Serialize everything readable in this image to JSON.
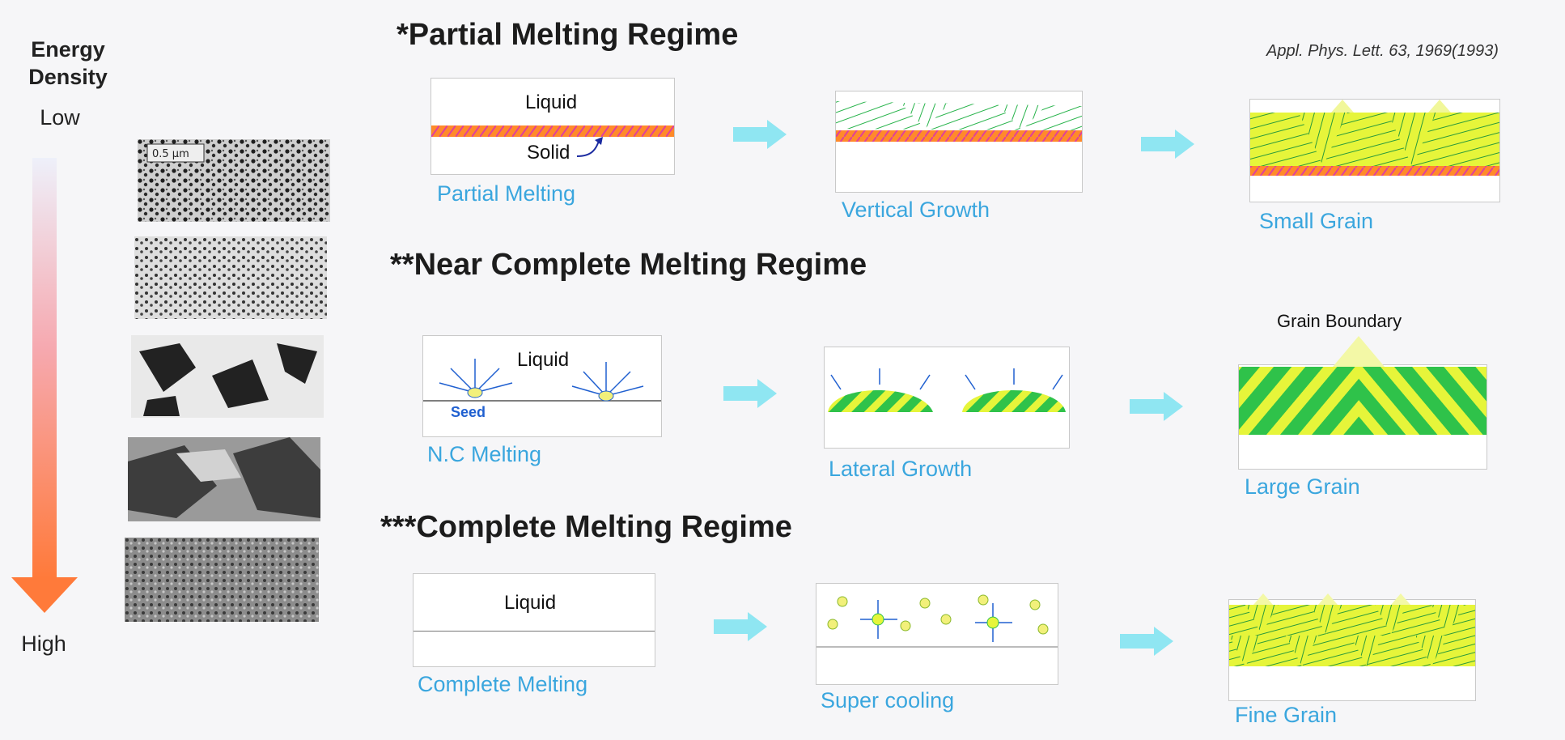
{
  "sidebar": {
    "title": "Energy\nDensity",
    "low": "Low",
    "high": "High",
    "scale_bar_label": "0.5 μm"
  },
  "citation": "Appl. Phys. Lett. 63, 1969(1993)",
  "regimes": [
    {
      "title": "*Partial Melting Regime",
      "stages": [
        "Partial Melting",
        "Vertical Growth",
        "Small Grain"
      ],
      "box_labels": {
        "liquid": "Liquid",
        "solid": "Solid"
      }
    },
    {
      "title": "**Near Complete Melting Regime",
      "stages": [
        "N.C Melting",
        "Lateral Growth",
        "Large Grain"
      ],
      "box_labels": {
        "liquid": "Liquid",
        "seed": "Seed",
        "grain_boundary": "Grain Boundary"
      }
    },
    {
      "title": "***Complete Melting Regime",
      "stages": [
        "Complete Melting",
        "Super cooling",
        "Fine Grain"
      ],
      "box_labels": {
        "liquid": "Liquid"
      }
    }
  ],
  "colors": {
    "stage_label": "#3aa6de",
    "arrow": "#8fe6f2",
    "gradient_top": "#eef0fa",
    "gradient_bottom": "#ff7a3a",
    "grain_yellow": "#e6f53a",
    "grain_green": "#2fc24a",
    "interface_orange": "#ff8a2a"
  },
  "icons": [
    "process-arrow-icon",
    "energy-gradient-arrow-icon"
  ]
}
